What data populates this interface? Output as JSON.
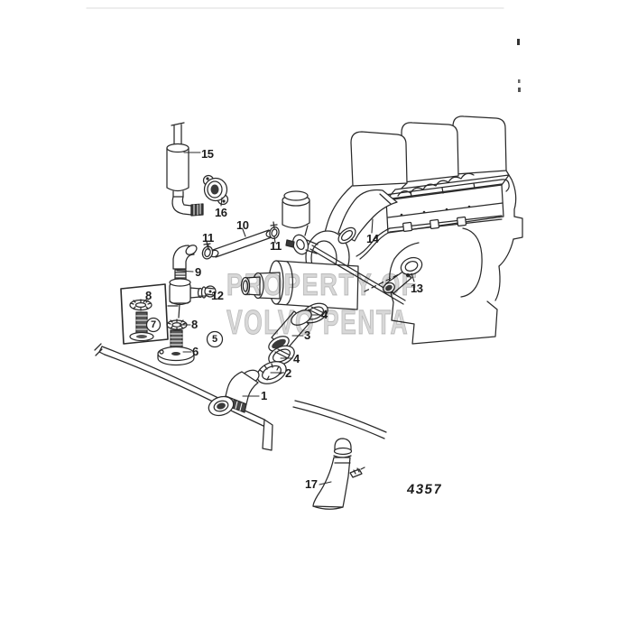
{
  "figure_number": "4357",
  "watermark": {
    "line1": "PROPERTY OF",
    "line2": "VOLVO PENTA"
  },
  "callouts": {
    "p1": "1",
    "p2": "2",
    "p3": "3",
    "p4_upper": "4",
    "p4_lower": "4",
    "p6": "6",
    "p8_box": "8",
    "p8_mid": "8",
    "p9": "9",
    "p10": "10",
    "p11_left": "11",
    "p11_right": "11",
    "p12": "12",
    "p13": "13",
    "p14": "14",
    "p15": "15",
    "p16": "16",
    "p17": "17",
    "ref5": "5",
    "ref7": "7"
  },
  "colors": {
    "line": "#2a2a2a",
    "watermark": "#b2b2b2",
    "paper": "#ffffff"
  }
}
